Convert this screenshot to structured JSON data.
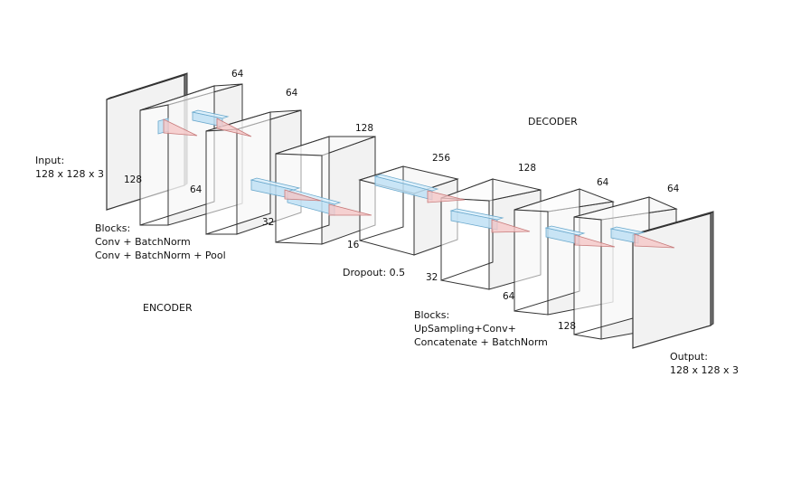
{
  "labels": {
    "input": [
      "Input:",
      "128 x 128 x 3"
    ],
    "output": [
      "Output:",
      "128 x 128 x 3"
    ],
    "encoder_blocks": [
      "Blocks:",
      "Conv + BatchNorm",
      "Conv + BatchNorm + Pool"
    ],
    "decoder_blocks": [
      "Blocks:",
      "UpSampling+Conv+",
      "Concatenate + BatchNorm"
    ],
    "encoder": "ENCODER",
    "decoder": "DECODER",
    "dropout": "Dropout: 0.5"
  },
  "dims": [
    "64",
    "64",
    "128",
    "256",
    "128",
    "64",
    "64",
    "128",
    "64",
    "32",
    "16",
    "32",
    "64",
    "128"
  ],
  "colors": {
    "kernel_fill": "#bfe0f5",
    "kernel_stroke": "#6aa8cc",
    "cone_fill": "#f5c7c7",
    "cone_stroke": "#c77a7a",
    "box_stroke": "#333333"
  }
}
